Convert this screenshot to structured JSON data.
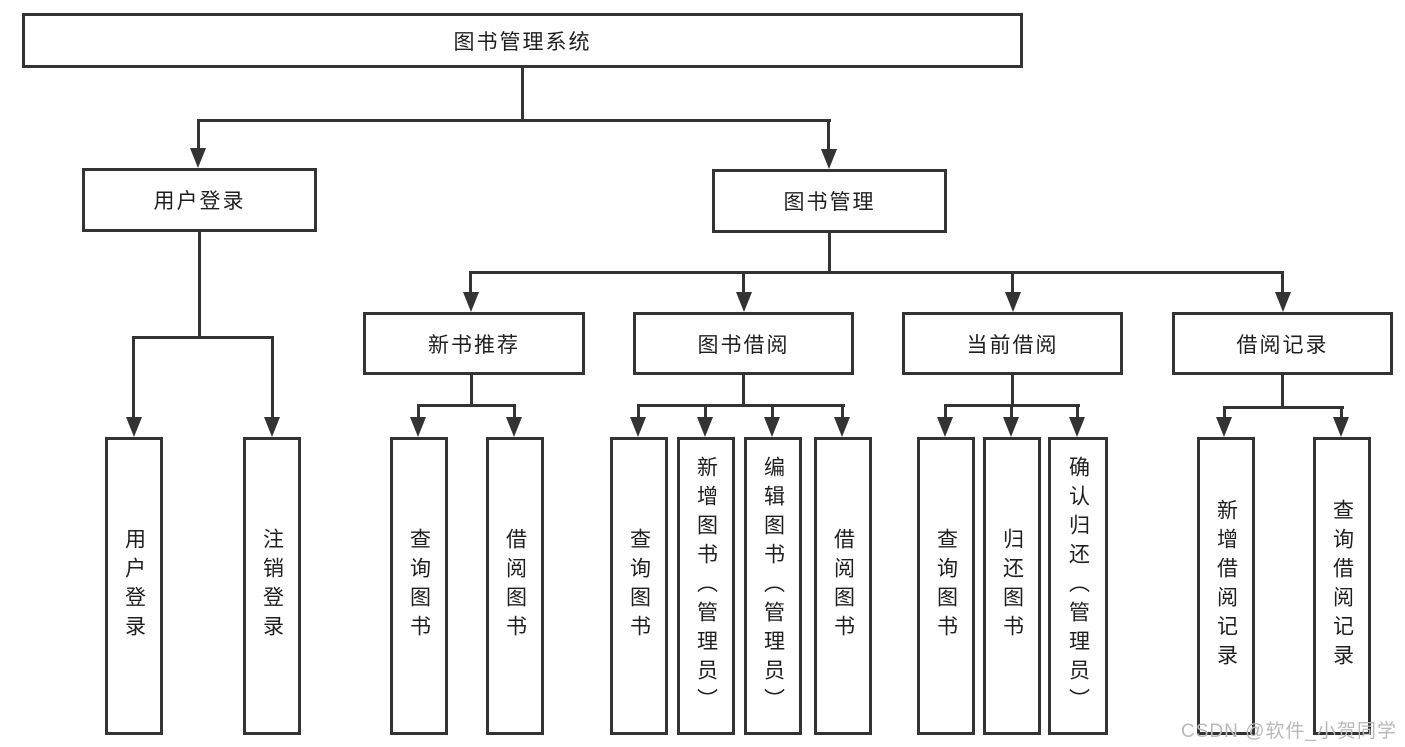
{
  "diagram": {
    "title": "图书管理系统",
    "nodes": {
      "root": "图书管理系统",
      "user_login": "用户登录",
      "book_mgmt": "图书管理",
      "new_book_rec": "新书推荐",
      "book_borrow": "图书借阅",
      "current_borrow": "当前借阅",
      "borrow_record": "借阅记录",
      "leaf_user_login": "用户登录",
      "leaf_logout": "注销登录",
      "leaf_query_book_a": "查询图书",
      "leaf_borrow_book_a": "借阅图书",
      "leaf_query_book_b": "查询图书",
      "leaf_add_book_admin": "新增图书（管理员）",
      "leaf_edit_book_admin": "编辑图书（管理员）",
      "leaf_borrow_book_b": "借阅图书",
      "leaf_query_book_c": "查询图书",
      "leaf_return_book": "归还图书",
      "leaf_confirm_return_admin": "确认归还（管理员）",
      "leaf_add_record": "新增借阅记录",
      "leaf_query_record": "查询借阅记录"
    },
    "hierarchy": {
      "图书管理系统": {
        "用户登录": [
          "用户登录",
          "注销登录"
        ],
        "图书管理": {
          "新书推荐": [
            "查询图书",
            "借阅图书"
          ],
          "图书借阅": [
            "查询图书",
            "新增图书（管理员）",
            "编辑图书（管理员）",
            "借阅图书"
          ],
          "当前借阅": [
            "查询图书",
            "归还图书",
            "确认归还（管理员）"
          ],
          "借阅记录": [
            "新增借阅记录",
            "查询借阅记录"
          ]
        }
      }
    }
  },
  "watermark": "CSDN @软件_小贺同学",
  "colors": {
    "line": "#333333",
    "box_border": "#333333",
    "box_background": "#ffffff",
    "text": "#1f1f1f",
    "watermark": "#b9b9b9",
    "page_background": "#ffffff"
  }
}
